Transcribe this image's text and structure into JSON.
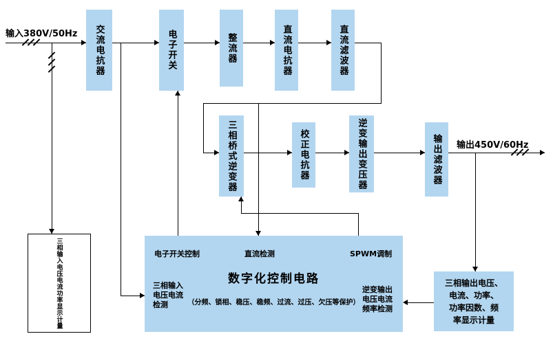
{
  "diagram": {
    "input_label": "输入380V/50Hz",
    "output_label": "输出450V/60Hz",
    "colors": {
      "block_fill": "#b3d6f0",
      "line": "#000000",
      "background": "#ffffff"
    },
    "blocks": {
      "ac_reactor": "交流电抗器",
      "electronic_switch": "电子开关",
      "rectifier": "整流器",
      "dc_reactor": "直流电抗器",
      "dc_filter": "直流滤波器",
      "bridge_inverter": "三相桥式逆变器",
      "correction_reactor": "校正电抗器",
      "inverter_output_transformer": "逆变输出变压器",
      "output_filter": "输出滤波器",
      "input_meter": "三相输入电压电流功率显示计量",
      "output_meter_lines": [
        "三相输出电压、",
        "电流、功率、",
        "功率因数、频",
        "率显示计量"
      ]
    },
    "control_box": {
      "title": "数字化控制电路",
      "subtitle": "（分频、锁相、稳压、稳频、过流、过压、欠压等保护）",
      "top_labels": [
        "电子开关控制",
        "直流检测",
        "SPWM调制"
      ],
      "left_label_lines": [
        "三相输入",
        "电压电流",
        "检测"
      ],
      "right_label_lines": [
        "逆变输出",
        "电压电流",
        "频率检测"
      ]
    }
  }
}
